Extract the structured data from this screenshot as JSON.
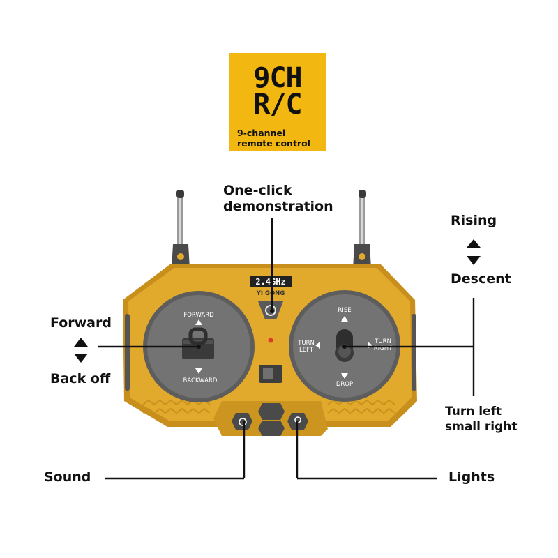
{
  "badge": {
    "line1": "9CH",
    "line2": "R/C",
    "sub1": "9-channel",
    "sub2": "remote control",
    "color": "#f3b712"
  },
  "remote": {
    "frequency": "2.4GHz",
    "brand": "YI GONG",
    "body_color": "#e2aa2c",
    "panel_color": "#707070",
    "left_stick": {
      "up": "FORWARD",
      "down": "BACKWARD"
    },
    "right_stick": {
      "up": "RISE",
      "down": "DROP",
      "left_line1": "TURN",
      "left_line2": "LEFT",
      "right_line1": "TURN",
      "right_line2": "RIGHT"
    }
  },
  "callouts": {
    "demo_line1": "One-click",
    "demo_line2": "demonstration",
    "rising": "Rising",
    "descent": "Descent",
    "forward": "Forward",
    "back_off": "Back off",
    "turn_line1": "Turn left",
    "turn_line2": "small right",
    "sound": "Sound",
    "lights": "Lights"
  }
}
